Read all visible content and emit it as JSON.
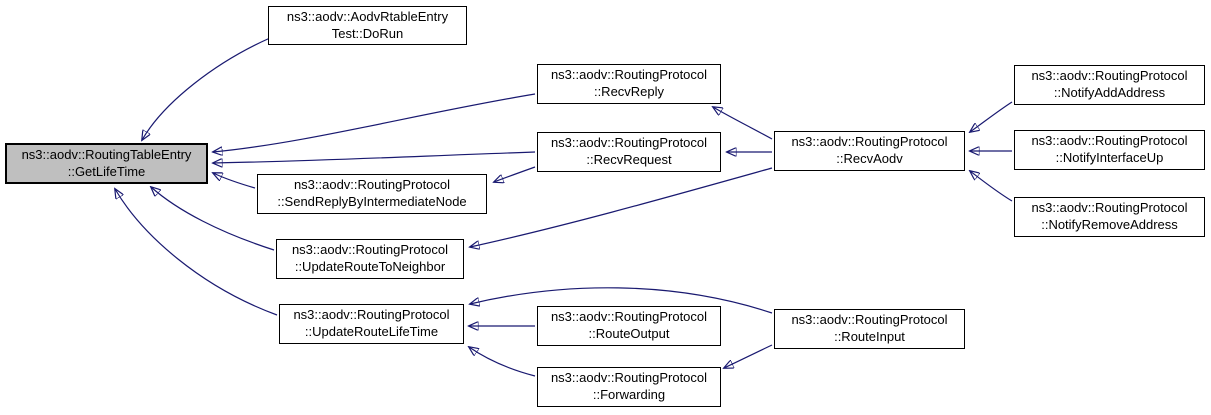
{
  "diagram": {
    "type": "doxygen-caller-graph",
    "background_color": "#ffffff",
    "edge_color": "#191970",
    "node_fill": "#ffffff",
    "node_border": "#000000",
    "focus_node_fill": "#bfbfbf",
    "focus_node": "getlifetime"
  },
  "nodes": [
    {
      "id": "getlifetime",
      "line1": "ns3::aodv::RoutingTableEntry",
      "line2": "::GetLifeTime"
    },
    {
      "id": "dorun",
      "line1": "ns3::aodv::AodvRtableEntry",
      "line2": "Test::DoRun"
    },
    {
      "id": "recvreply",
      "line1": "ns3::aodv::RoutingProtocol",
      "line2": "::RecvReply"
    },
    {
      "id": "recvrequest",
      "line1": "ns3::aodv::RoutingProtocol",
      "line2": "::RecvRequest"
    },
    {
      "id": "sendreply",
      "line1": "ns3::aodv::RoutingProtocol",
      "line2": "::SendReplyByIntermediateNode"
    },
    {
      "id": "updatertn",
      "line1": "ns3::aodv::RoutingProtocol",
      "line2": "::UpdateRouteToNeighbor"
    },
    {
      "id": "updaterlt",
      "line1": "ns3::aodv::RoutingProtocol",
      "line2": "::UpdateRouteLifeTime"
    },
    {
      "id": "routeoutput",
      "line1": "ns3::aodv::RoutingProtocol",
      "line2": "::RouteOutput"
    },
    {
      "id": "forwarding",
      "line1": "ns3::aodv::RoutingProtocol",
      "line2": "::Forwarding"
    },
    {
      "id": "recvaodv",
      "line1": "ns3::aodv::RoutingProtocol",
      "line2": "::RecvAodv"
    },
    {
      "id": "routeinput",
      "line1": "ns3::aodv::RoutingProtocol",
      "line2": "::RouteInput"
    },
    {
      "id": "notifyadd",
      "line1": "ns3::aodv::RoutingProtocol",
      "line2": "::NotifyAddAddress"
    },
    {
      "id": "notifyifup",
      "line1": "ns3::aodv::RoutingProtocol",
      "line2": "::NotifyInterfaceUp"
    },
    {
      "id": "notifyremove",
      "line1": "ns3::aodv::RoutingProtocol",
      "line2": "::NotifyRemoveAddress"
    }
  ],
  "edges": [
    {
      "from": "dorun",
      "to": "getlifetime"
    },
    {
      "from": "recvreply",
      "to": "getlifetime"
    },
    {
      "from": "recvrequest",
      "to": "getlifetime"
    },
    {
      "from": "sendreply",
      "to": "getlifetime"
    },
    {
      "from": "updatertn",
      "to": "getlifetime"
    },
    {
      "from": "updaterlt",
      "to": "getlifetime"
    },
    {
      "from": "recvaodv",
      "to": "recvreply"
    },
    {
      "from": "recvaodv",
      "to": "recvrequest"
    },
    {
      "from": "recvrequest",
      "to": "sendreply"
    },
    {
      "from": "recvaodv",
      "to": "updatertn"
    },
    {
      "from": "routeoutput",
      "to": "updaterlt"
    },
    {
      "from": "routeinput",
      "to": "updaterlt"
    },
    {
      "from": "forwarding",
      "to": "updaterlt"
    },
    {
      "from": "routeinput",
      "to": "forwarding"
    },
    {
      "from": "notifyadd",
      "to": "recvaodv"
    },
    {
      "from": "notifyifup",
      "to": "recvaodv"
    },
    {
      "from": "notifyremove",
      "to": "recvaodv"
    }
  ]
}
